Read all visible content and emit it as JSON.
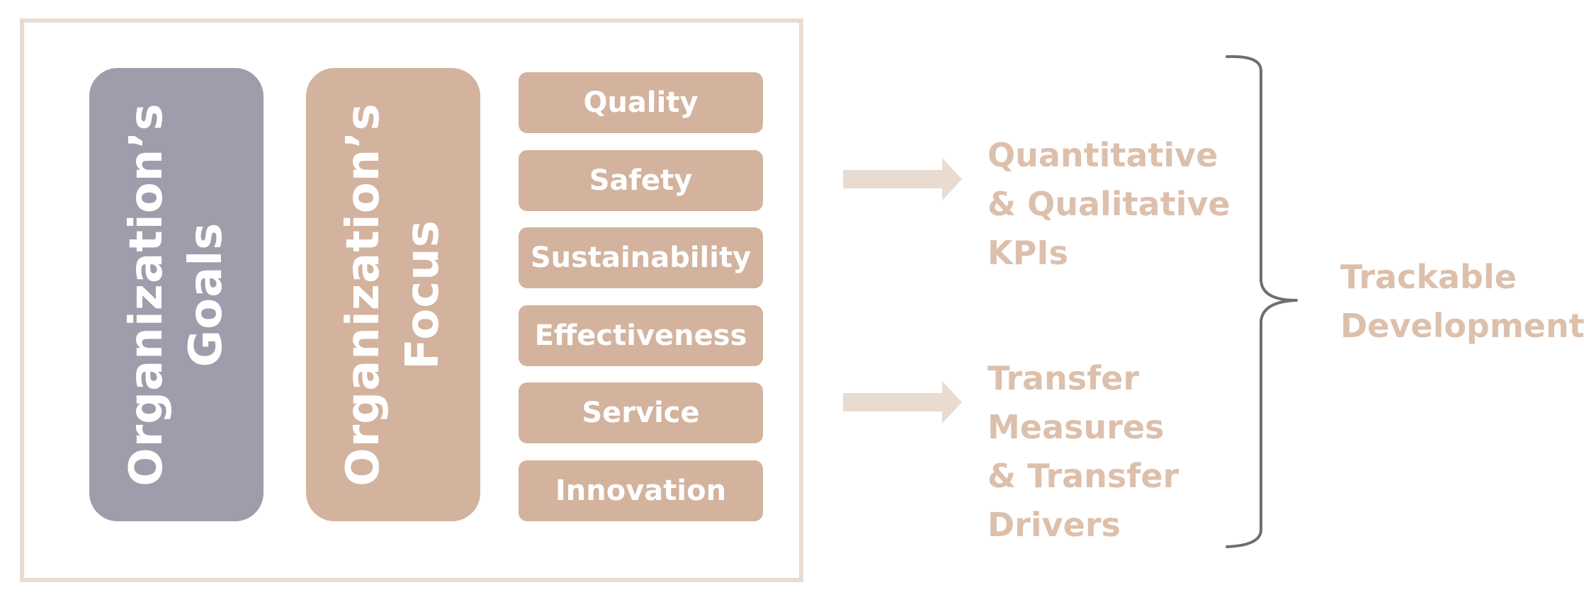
{
  "pillars": {
    "goals": {
      "line1": "Organization’s",
      "line2": "Goals"
    },
    "focus": {
      "line1": "Organization’s",
      "line2": "Focus"
    }
  },
  "focus_items": [
    "Quality",
    "Safety",
    "Sustainability",
    "Effectiveness",
    "Service",
    "Innovation"
  ],
  "outcomes": {
    "kpis": {
      "line1": "Quantitative",
      "line2": "& Qualitative",
      "line3": "KPIs"
    },
    "transfer": {
      "line1": "Transfer",
      "line2": "Measures",
      "line3": "& Transfer",
      "line4": "Drivers"
    }
  },
  "result": {
    "line1": "Trackable",
    "line2": "Development"
  },
  "colors": {
    "goals_fill": "#9e9dac",
    "focus_fill": "#d3b39e",
    "frame": "#eadbd0",
    "arrow": "#eadbd0",
    "outcome_text": "#dcc0ac",
    "brace": "#6e6e6e"
  }
}
